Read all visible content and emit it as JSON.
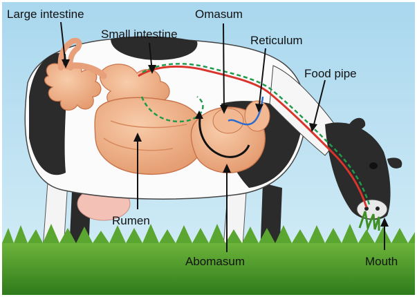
{
  "labels": {
    "large_intestine": "Large intestine",
    "small_intestine": "Small intestine",
    "omasum": "Omasum",
    "reticulum": "Reticulum",
    "food_pipe": "Food pipe",
    "rumen": "Rumen",
    "abomasum": "Abomasum",
    "mouth": "Mouth"
  },
  "colors": {
    "sky": "#b9dff0",
    "grass": "#4f9a2c",
    "intestine": "#f2b48e",
    "path_green": "#1f9a4a",
    "path_red": "#d9352c",
    "path_blue": "#2a6bd0"
  }
}
